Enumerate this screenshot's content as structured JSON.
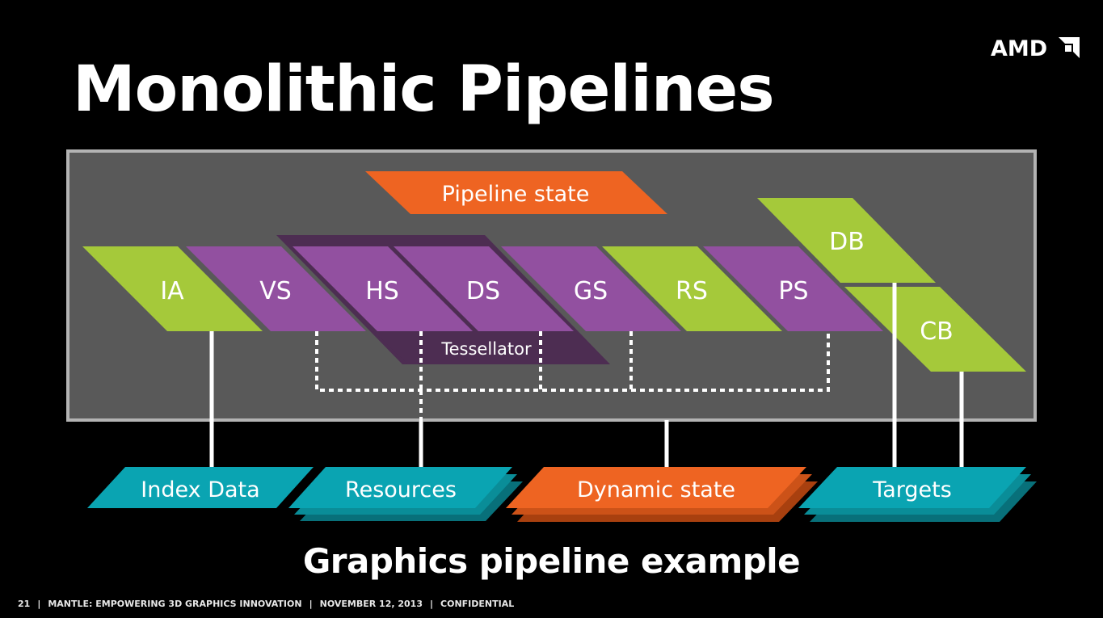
{
  "slide": {
    "title": "Monolithic Pipelines",
    "subtitle": "Graphics pipeline example",
    "logo_text": "AMD"
  },
  "footer": {
    "page_number": "21",
    "presentation": "MANTLE: EMPOWERING 3D GRAPHICS INNOVATION",
    "date": "NOVEMBER 12, 2013",
    "classification": "CONFIDENTIAL"
  },
  "diagram": {
    "pipeline_state": "Pipeline state",
    "stages": [
      "IA",
      "VS",
      "HS",
      "DS",
      "GS",
      "RS",
      "PS"
    ],
    "tessellator": "Tessellator",
    "outputs": [
      "DB",
      "CB"
    ],
    "resources": [
      "Index Data",
      "Resources",
      "Dynamic state",
      "Targets"
    ]
  },
  "colors": {
    "background": "#000000",
    "panel": "#595959",
    "panel_border": "#b3b3b3",
    "fixed_function_green": "#a5c93a",
    "shader_purple": "#9250a0",
    "tessellation_dark_purple": "#4d2d52",
    "state_orange": "#ee6422",
    "resource_teal": "#0aa4b2"
  }
}
